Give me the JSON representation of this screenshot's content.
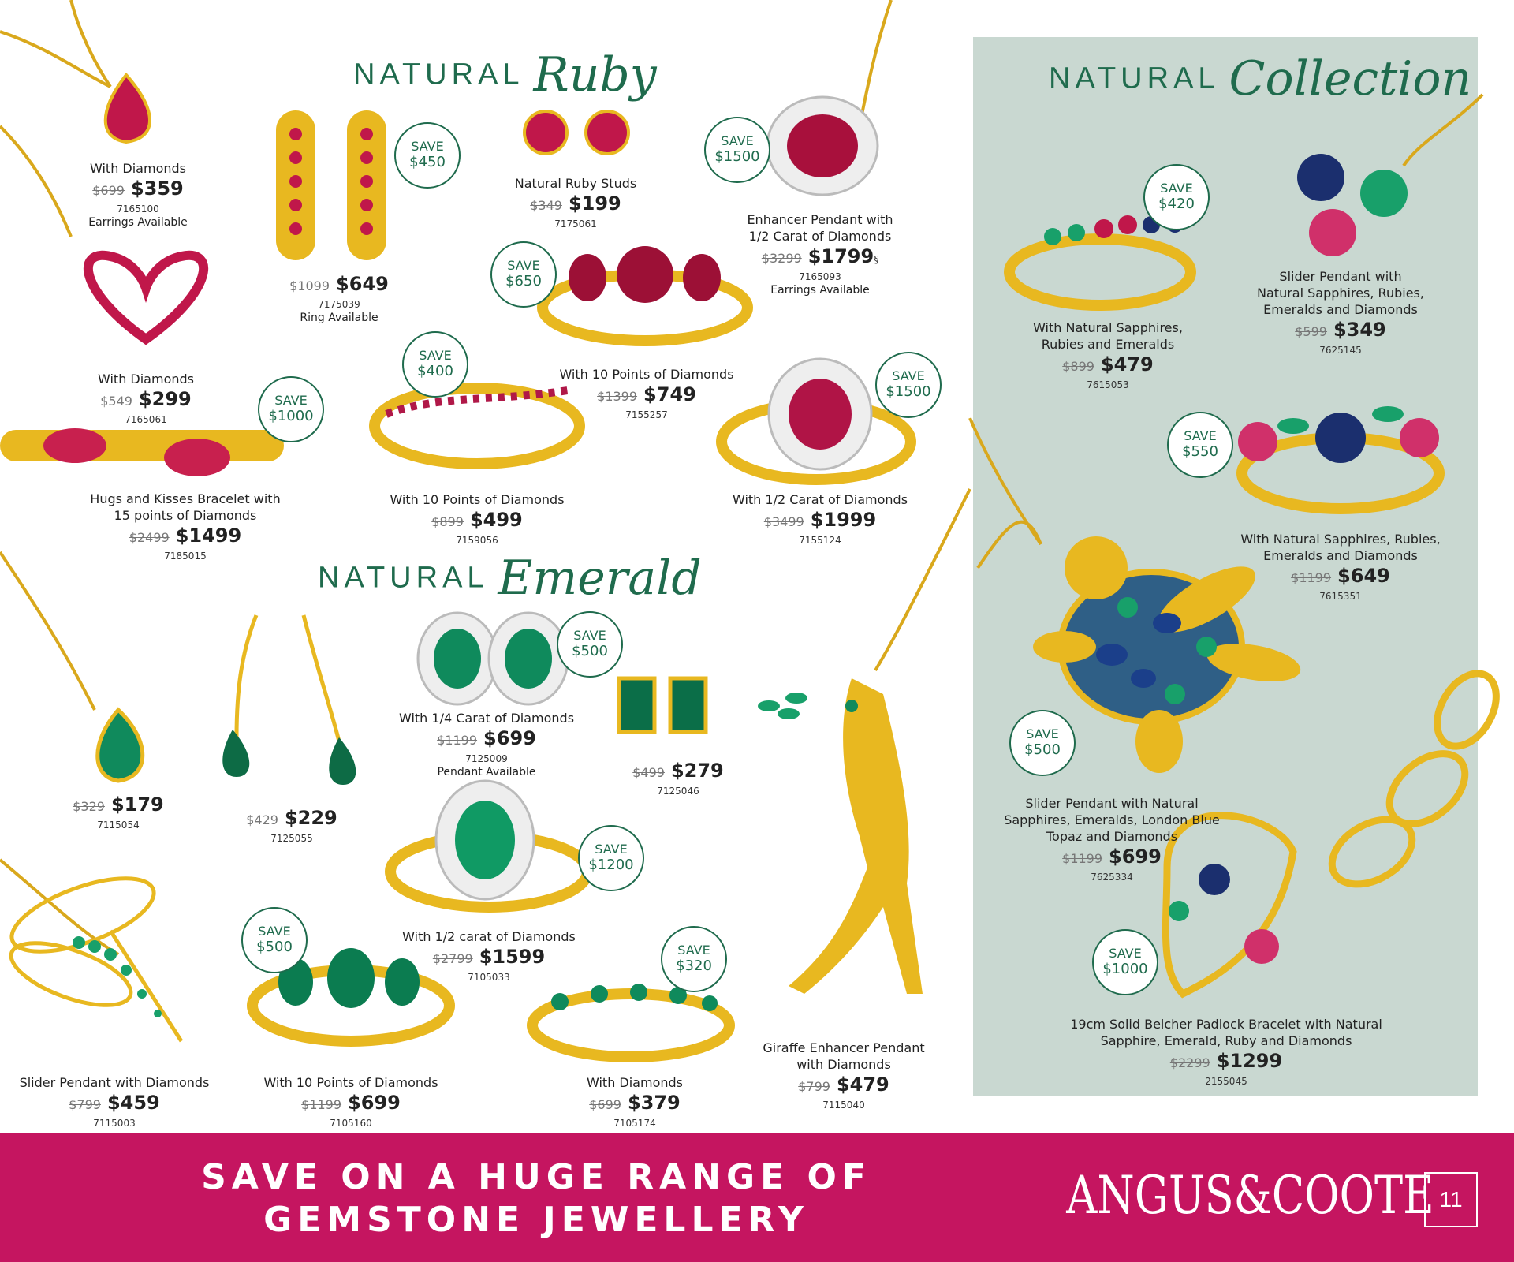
{
  "sections": {
    "ruby": {
      "caps": "NATURAL",
      "script": "Ruby"
    },
    "emerald": {
      "caps": "NATURAL",
      "script": "Emerald"
    },
    "collection": {
      "caps": "NATURAL",
      "script": "Collection"
    }
  },
  "products": {
    "ruby_pendant": {
      "name": "With Diamonds",
      "old": "$699",
      "price": "$359",
      "code": "7165100",
      "note": "Earrings Available"
    },
    "ruby_earrings": {
      "old": "$1099",
      "price": "$649",
      "code": "7175039",
      "note": "Ring Available",
      "save": "$450"
    },
    "ruby_studs": {
      "name": "Natural Ruby Studs",
      "old": "$349",
      "price": "$199",
      "code": "7175061"
    },
    "ruby_enhancer": {
      "name_l1": "Enhancer Pendant with",
      "name_l2": "1/2 Carat of Diamonds",
      "old": "$3299",
      "price": "$1799",
      "mark": "§",
      "code": "7165093",
      "note": "Earrings Available",
      "save": "$1500"
    },
    "ruby_heart": {
      "name": "With Diamonds",
      "old": "$549",
      "price": "$299",
      "code": "7165061"
    },
    "ruby_three_stone": {
      "name": "With 10 Points of Diamonds",
      "old": "$1399",
      "price": "$749",
      "code": "7155257",
      "save": "$650"
    },
    "ruby_bracelet": {
      "name_l1": "Hugs and Kisses Bracelet with",
      "name_l2": "15 points of Diamonds",
      "old": "$2499",
      "price": "$1499",
      "code": "7185015",
      "save": "$1000"
    },
    "ruby_wave_ring": {
      "name": "With 10 Points of Diamonds",
      "old": "$899",
      "price": "$499",
      "code": "7159056",
      "save": "$400"
    },
    "ruby_cluster_ring": {
      "name": "With 1/2 Carat of Diamonds",
      "old": "$3499",
      "price": "$1999",
      "code": "7155124",
      "save": "$1500"
    },
    "em_pendant": {
      "old": "$329",
      "price": "$179",
      "code": "7115054"
    },
    "em_drops": {
      "old": "$429",
      "price": "$229",
      "code": "7125055"
    },
    "em_halo_studs": {
      "name": "With 1/4 Carat of Diamonds",
      "old": "$1199",
      "price": "$699",
      "code": "7125009",
      "note": "Pendant Available",
      "save": "$500"
    },
    "em_studs": {
      "old": "$499",
      "price": "$279",
      "code": "7125046"
    },
    "em_halo_ring": {
      "name": "With 1/2 carat of Diamonds",
      "old": "$2799",
      "price": "$1599",
      "code": "7105033",
      "save": "$1200"
    },
    "em_dragonfly": {
      "name": "Slider Pendant with Diamonds",
      "old": "$799",
      "price": "$459",
      "code": "7115003"
    },
    "em_three_stone": {
      "name": "With 10 Points of Diamonds",
      "old": "$1199",
      "price": "$699",
      "code": "7105160",
      "save": "$500"
    },
    "em_band": {
      "name": "With Diamonds",
      "old": "$699",
      "price": "$379",
      "code": "7105174",
      "save": "$320"
    },
    "em_giraffe": {
      "name_l1": "Giraffe Enhancer Pendant",
      "name_l2": "with Diamonds",
      "old": "$799",
      "price": "$479",
      "code": "7115040"
    },
    "col_ring": {
      "name_l1": "With Natural Sapphires,",
      "name_l2": "Rubies and Emeralds",
      "old": "$899",
      "price": "$479",
      "code": "7615053",
      "save": "$420"
    },
    "col_slider": {
      "name_l1": "Slider Pendant with",
      "name_l2": "Natural Sapphires, Rubies,",
      "name_l3": "Emeralds and Diamonds",
      "old": "$599",
      "price": "$349",
      "code": "7625145"
    },
    "col_flower_ring": {
      "name_l1": "With Natural Sapphires, Rubies,",
      "name_l2": "Emeralds and Diamonds",
      "old": "$1199",
      "price": "$649",
      "code": "7615351",
      "save": "$550"
    },
    "col_turtle": {
      "name_l1": "Slider Pendant with Natural",
      "name_l2": "Sapphires, Emeralds, London Blue",
      "name_l3": "Topaz and Diamonds",
      "old": "$1199",
      "price": "$699",
      "code": "7625334",
      "save": "$500"
    },
    "col_bracelet": {
      "name_l1": "19cm Solid Belcher Padlock Bracelet with Natural",
      "name_l2": "Sapphire, Emerald, Ruby and Diamonds",
      "old": "$2299",
      "price": "$1299",
      "code": "2155045",
      "save": "$1000"
    }
  },
  "save_label": "SAVE",
  "footer": {
    "slogan_l1": "SAVE ON A HUGE RANGE OF",
    "slogan_l2": "GEMSTONE JEWELLERY",
    "brand": "ANGUS&COOTE",
    "page": "11"
  },
  "colors": {
    "accent_green": "#1f6b4d",
    "panel": "#c9d8d1",
    "banner": "#c51560",
    "gold": "#e8b820",
    "ruby": "#c0174a",
    "emerald": "#108a5c",
    "sapphire": "#1b2f6e"
  }
}
